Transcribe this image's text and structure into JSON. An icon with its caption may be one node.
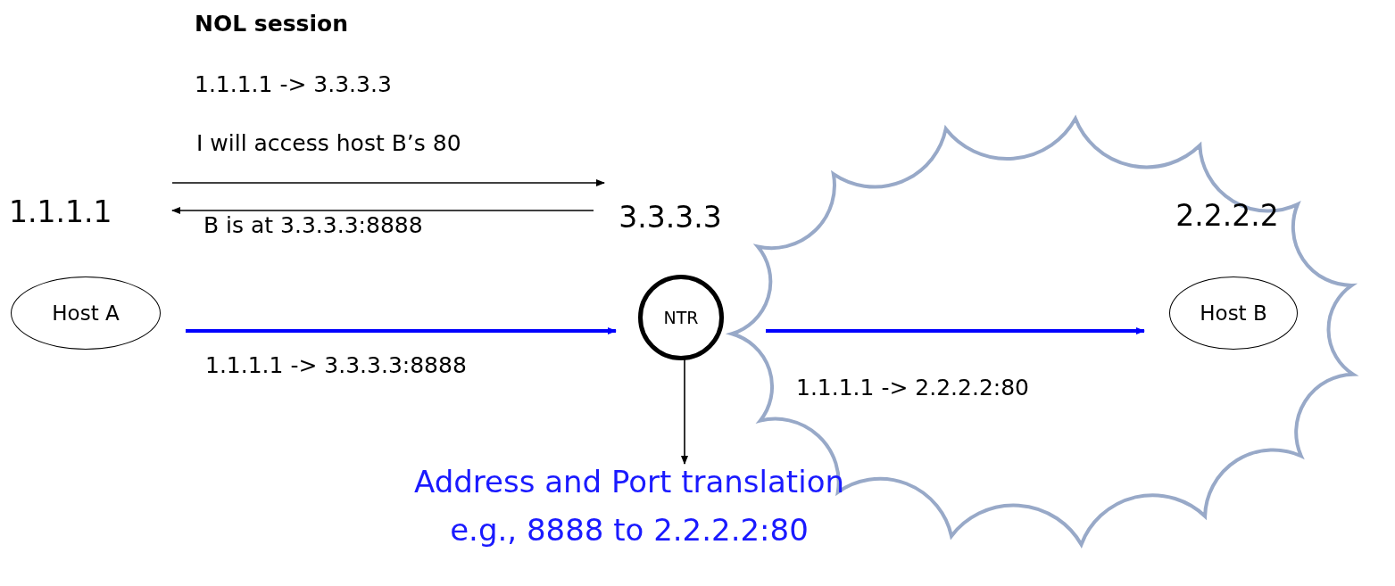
{
  "diagram": {
    "nodes": [
      {
        "text": [
          "Host A"
        ],
        "beside": [
          "1.1.1.1"
        ]
      },
      {
        "text": [],
        "shape": "cloud"
      },
      {
        "text": [
          "NTR"
        ],
        "beside": [
          "3.3.3.3"
        ]
      },
      {
        "text": [
          "Host B"
        ],
        "beside": [
          "2.2.2.2"
        ],
        "in": 1
      },
      {
        "text": [
          "Address and Port translation",
          "e.g., 8888 to 2.2.2.2:80"
        ]
      }
    ],
    "edges": [
      {
        "from": 0,
        "to": 2,
        "arrow": "to",
        "label": "I will access host B’s 80"
      },
      {
        "from": 2,
        "to": 0,
        "arrow": "to",
        "label": "B is at 3.3.3.3:8888"
      },
      {
        "from": 0,
        "to": 2,
        "arrow": "to",
        "label": "1.1.1.1 -> 3.3.3.3:8888",
        "style": "thick",
        "color": "#0000ff"
      },
      {
        "from": 2,
        "to": 3,
        "arrow": "to",
        "label": "1.1.1.1 -> 2.2.2.2:80",
        "style": "thick",
        "color": "#0000ff"
      },
      {
        "from": 2,
        "to": 4,
        "arrow": "to"
      }
    ],
    "labels": [
      "NOL session",
      "1.1.1.1 -> 3.3.3.3"
    ]
  }
}
